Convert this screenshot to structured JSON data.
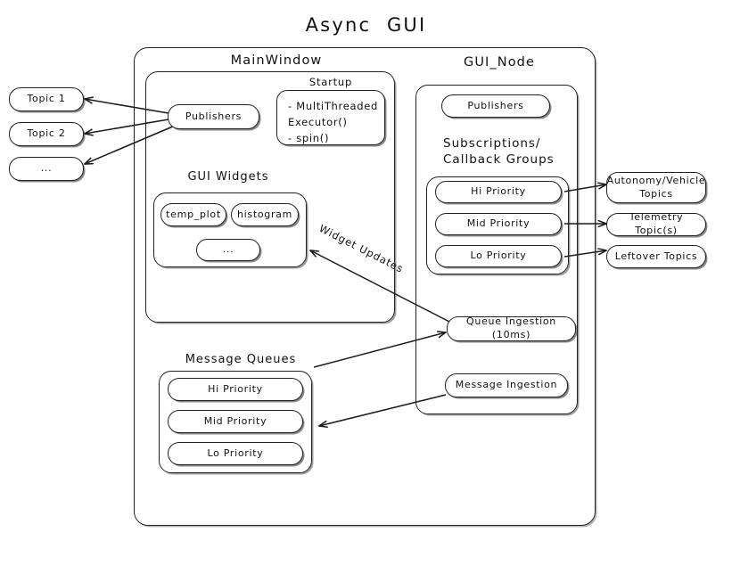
{
  "title": "Async  GUI",
  "left_topics": [
    {
      "label": "Topic 1"
    },
    {
      "label": "Topic 2"
    },
    {
      "label": "..."
    }
  ],
  "right_topics": [
    {
      "label": "Autonomy/Vehicle\nTopics"
    },
    {
      "label": "Telemetry Topic(s)"
    },
    {
      "label": "Leftover Topics"
    }
  ],
  "main_window": {
    "caption": "MainWindow",
    "publishers_label": "Publishers",
    "startup": {
      "caption": "Startup",
      "body": "- MultiThreaded\n  Executor()\n- spin()"
    },
    "gui_widgets": {
      "caption": "GUI Widgets",
      "items": [
        {
          "label": "temp_plot"
        },
        {
          "label": "histogram"
        },
        {
          "label": "..."
        }
      ]
    }
  },
  "message_queues": {
    "caption": "Message Queues",
    "items": [
      {
        "label": "Hi Priority"
      },
      {
        "label": "Mid Priority"
      },
      {
        "label": "Lo Priority"
      }
    ]
  },
  "gui_node": {
    "caption": "GUI_Node",
    "publishers_label": "Publishers",
    "subscriptions_caption": "Subscriptions/\nCallback Groups",
    "priorities": [
      {
        "label": "Hi Priority"
      },
      {
        "label": "Mid Priority"
      },
      {
        "label": "Lo Priority"
      }
    ],
    "queue_ingestion_label": "Queue Ingestion (10ms)",
    "message_ingestion_label": "Message Ingestion"
  },
  "edges": {
    "widget_updates_label": "Widget Updates"
  },
  "colors": {
    "stroke": "#1b1b1b",
    "background": "#ffffff",
    "text": "#111111"
  }
}
